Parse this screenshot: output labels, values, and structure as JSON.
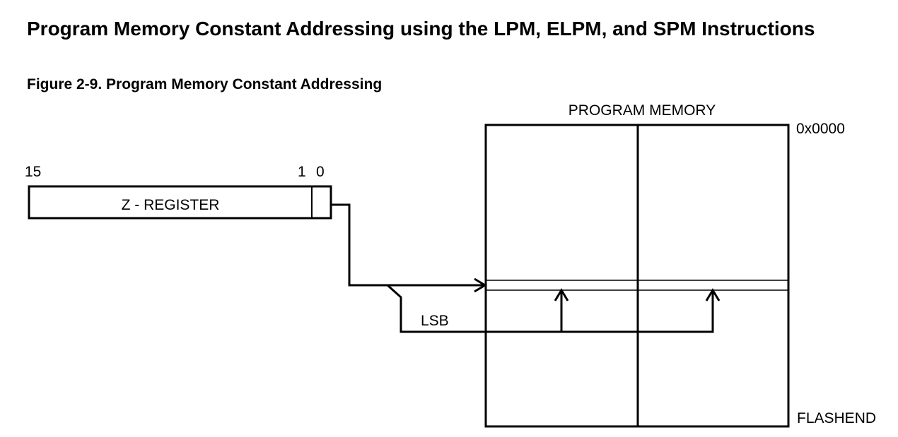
{
  "section_title": "Program Memory Constant Addressing using the LPM, ELPM, and SPM Instructions",
  "figure_caption": "Figure 2-9.  Program Memory Constant Addressing",
  "diagram": {
    "z_register": {
      "label": "Z - REGISTER",
      "bit_high": "15",
      "bit_one": "1",
      "bit_zero": "0"
    },
    "program_memory": {
      "label": "PROGRAM MEMORY",
      "start_address": "0x0000",
      "end_address": "FLASHEND"
    },
    "lsb_label": "LSB"
  }
}
